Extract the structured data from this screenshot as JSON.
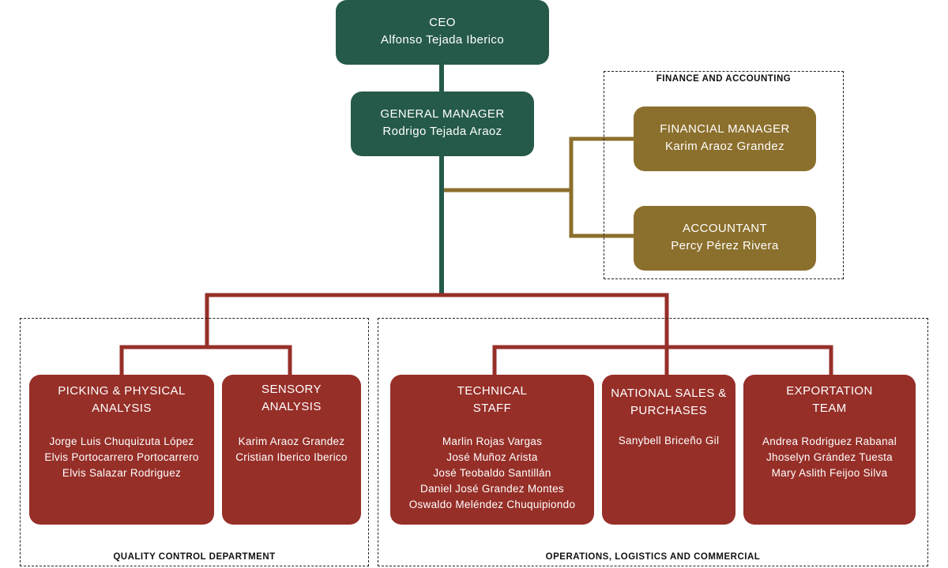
{
  "ceo": {
    "title": "CEO",
    "name": "Alfonso Tejada Iberico"
  },
  "gm": {
    "title": "GENERAL MANAGER",
    "name": "Rodrigo Tejada Araoz"
  },
  "finance": {
    "dept_label": "FINANCE AND ACCOUNTING",
    "manager": {
      "title": "FINANCIAL MANAGER",
      "name": "Karim Araoz Grandez"
    },
    "accountant": {
      "title": "ACCOUNTANT",
      "name": "Percy Pérez Rivera"
    }
  },
  "quality": {
    "dept_label": "QUALITY CONTROL DEPARTMENT",
    "picking": {
      "title_line1": "PICKING & PHYSICAL",
      "title_line2": "ANALYSIS",
      "names": [
        "Jorge Luis Chuquizuta López",
        "Elvis Portocarrero Portocarrero",
        "Elvis Salazar Rodriguez"
      ]
    },
    "sensory": {
      "title_line1": "SENSORY",
      "title_line2": "ANALYSIS",
      "names": [
        "Karim Araoz Grandez",
        "Cristian Iberico Iberico"
      ]
    }
  },
  "operations": {
    "dept_label": "OPERATIONS, LOGISTICS AND COMMERCIAL",
    "technical": {
      "title_line1": "TECHNICAL",
      "title_line2": "STAFF",
      "names": [
        "Marlin Rojas Vargas",
        "José Muñoz Arista",
        "José Teobaldo Santillán",
        "Daniel José Grandez Montes",
        "Oswaldo Meléndez Chuquipiondo"
      ]
    },
    "sales": {
      "title_line1": "NATIONAL SALES &",
      "title_line2": "PURCHASES",
      "names": [
        "Sanybell Briceño Gil"
      ]
    },
    "export": {
      "title_line1": "EXPORTATION",
      "title_line2": "TEAM",
      "names": [
        "Andrea Rodriguez Rabanal",
        "Jhoselyn Grández Tuesta",
        "Mary Aslith Feijoo Silva"
      ]
    }
  },
  "colors": {
    "green": "#255a4a",
    "gold": "#8b6f2c",
    "red": "#962f28"
  }
}
